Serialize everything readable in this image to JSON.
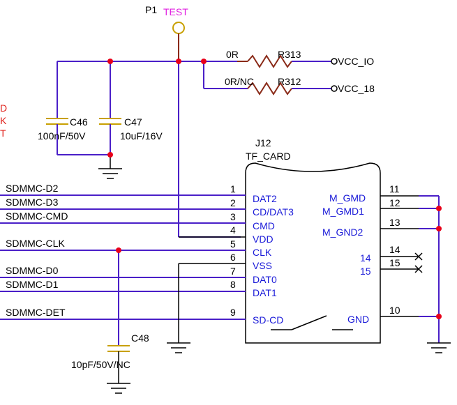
{
  "colors": {
    "wire": "#4a1fc8",
    "pin_name": "#1a1ad8",
    "test_label": "#e020e0",
    "junction": "#e8001a",
    "component": "#8a2a18",
    "capacitor": "#c8a000"
  },
  "test_point": {
    "ref": "P1",
    "name": "TEST"
  },
  "edge_text": [
    "D",
    "K",
    "T"
  ],
  "resistors": [
    {
      "ref": "R313",
      "value": "0R",
      "net": "VCC_IO"
    },
    {
      "ref": "R312",
      "value": "0R/NC",
      "net": "VCC_18"
    }
  ],
  "capacitors": [
    {
      "ref": "C46",
      "value": "100nF/50V"
    },
    {
      "ref": "C47",
      "value": "10uF/16V"
    },
    {
      "ref": "C48",
      "value": "10pF/50V/NC"
    }
  ],
  "connector": {
    "ref": "J12",
    "part": "TF_CARD",
    "left_pins": [
      {
        "num": "1",
        "name": "DAT2",
        "net": "SDMMC-D2"
      },
      {
        "num": "2",
        "name": "CD/DAT3",
        "net": "SDMMC-D3"
      },
      {
        "num": "3",
        "name": "CMD",
        "net": "SDMMC-CMD"
      },
      {
        "num": "4",
        "name": "VDD",
        "net": ""
      },
      {
        "num": "5",
        "name": "CLK",
        "net": "SDMMC-CLK"
      },
      {
        "num": "6",
        "name": "VSS",
        "net": ""
      },
      {
        "num": "7",
        "name": "DAT0",
        "net": "SDMMC-D0"
      },
      {
        "num": "8",
        "name": "DAT1",
        "net": "SDMMC-D1"
      },
      {
        "num": "9",
        "name": "SD-CD",
        "net": "SDMMC-DET"
      }
    ],
    "right_pins": [
      {
        "num": "11",
        "name": "M_GMD"
      },
      {
        "num": "12",
        "name": "M_GMD1"
      },
      {
        "num": "13",
        "name": "M_GND2"
      },
      {
        "num": "14",
        "name": "14"
      },
      {
        "num": "15",
        "name": "15"
      },
      {
        "num": "10",
        "name": "GND"
      }
    ]
  }
}
